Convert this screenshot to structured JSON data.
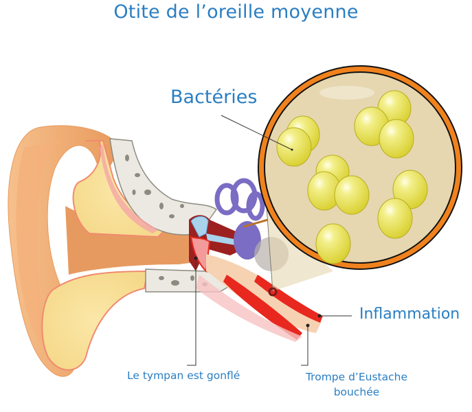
{
  "title": "Otite de l’oreille moyenne",
  "labels": {
    "bacteria": "Bactéries",
    "inflammation": "Inflammation",
    "eardrum": "Le tympan est gonflé",
    "eustachian_line1": "Trompe d’Eustache",
    "eustachian_line2": "bouchée"
  },
  "colors": {
    "text_blue": "#2a7ec2",
    "skin": "#f2b27a",
    "magnifier_ring": "#f0821e",
    "magnifier_fill": "#e6d7b0",
    "bacteria": "#e8e25a",
    "inflammation_red": "#e8281e",
    "inner_ear_purple": "#7b6cc4",
    "bone": "#ece9e2"
  }
}
